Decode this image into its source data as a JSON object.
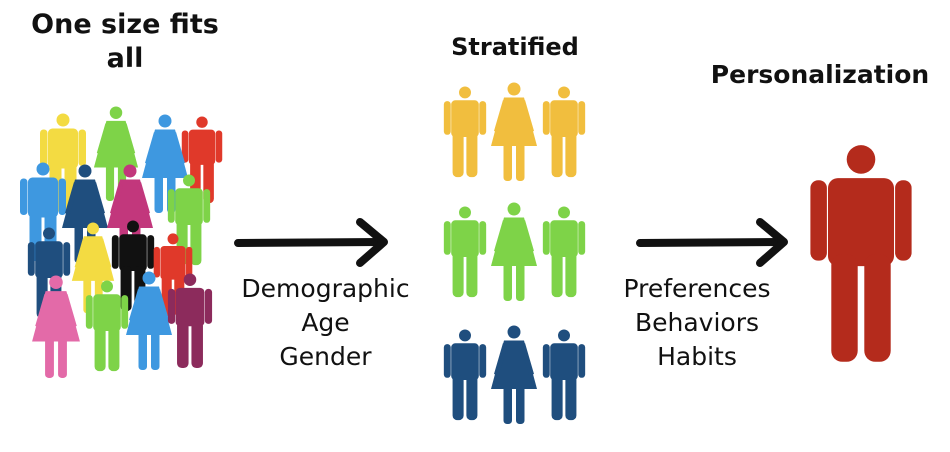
{
  "stages": {
    "one_size": {
      "title": "One size fits all"
    },
    "stratified": {
      "title": "Stratified"
    },
    "personalization": {
      "title": "Personalization"
    }
  },
  "transitions": {
    "first": {
      "labels": [
        "Demographic",
        "Age",
        "Gender"
      ]
    },
    "second": {
      "labels": [
        "Preferences",
        "Behaviors",
        "Habits"
      ]
    }
  },
  "colors": {
    "yellow": "#F1BE3E",
    "green": "#7ED348",
    "navy": "#1F4E7E",
    "red": "#B42B1C",
    "crowd_red": "#E0392A",
    "pink": "#E36AA8",
    "blue": "#3E98E0",
    "magenta": "#C2377C",
    "plum": "#8C2B5C",
    "black": "#111111",
    "crowd_yellow": "#F3DB42",
    "arrow": "#111111"
  }
}
